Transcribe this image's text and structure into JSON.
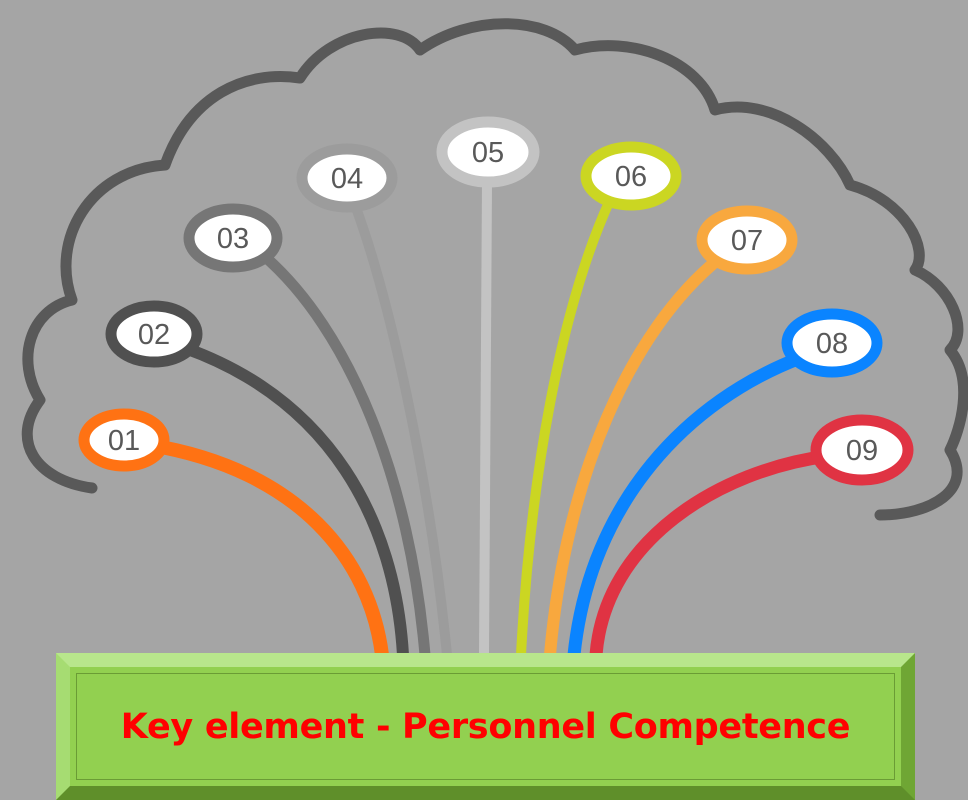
{
  "title": "Key element - Personnel Competence",
  "colors": {
    "background": "#a5a5a5",
    "cloud_outline": "#595959",
    "banner_fill": "#92d050",
    "title_text": "#ff0000"
  },
  "nodes": [
    {
      "label": "01",
      "color": "#ff7213"
    },
    {
      "label": "02",
      "color": "#505050"
    },
    {
      "label": "03",
      "color": "#767676"
    },
    {
      "label": "04",
      "color": "#9c9c9c"
    },
    {
      "label": "05",
      "color": "#c3c3c3"
    },
    {
      "label": "06",
      "color": "#cbd622"
    },
    {
      "label": "07",
      "color": "#f8a83e"
    },
    {
      "label": "08",
      "color": "#0a84ff"
    },
    {
      "label": "09",
      "color": "#e03343"
    }
  ]
}
